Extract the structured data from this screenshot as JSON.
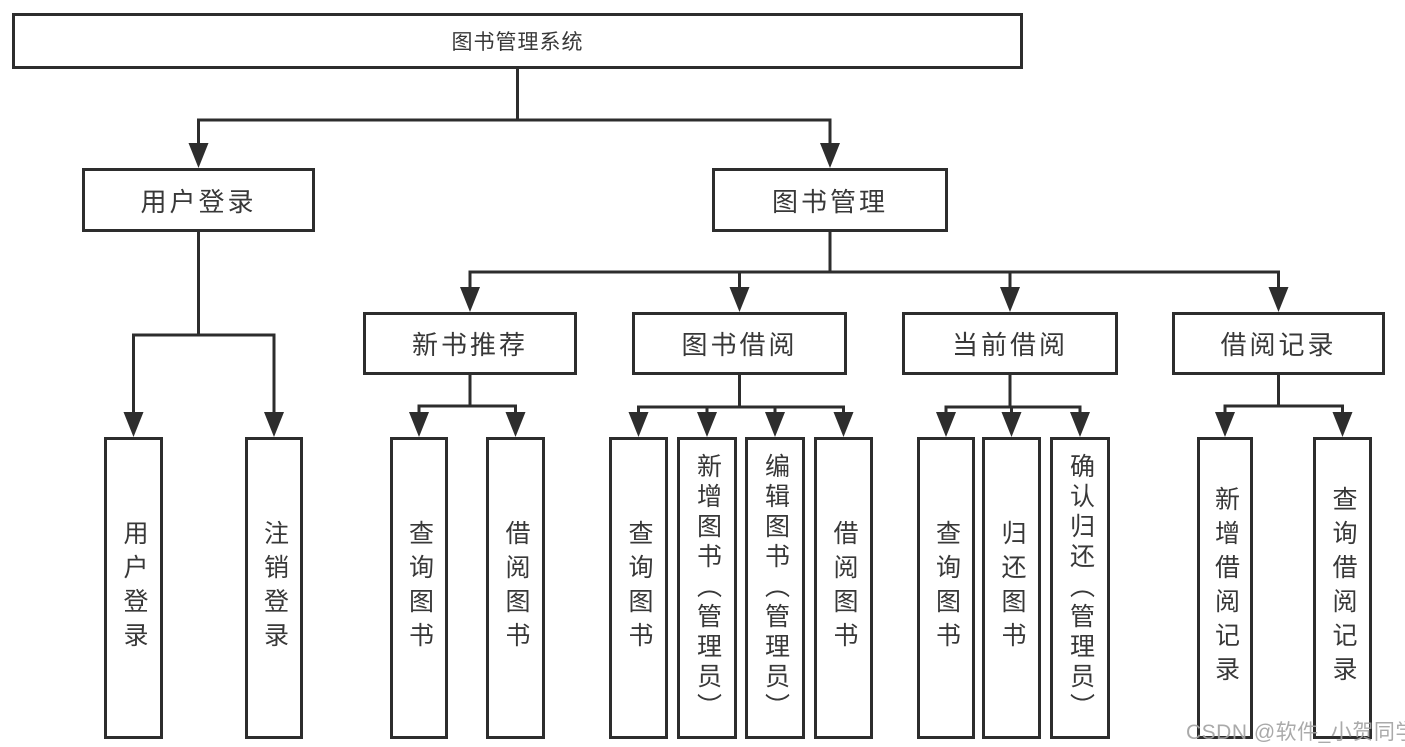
{
  "diagram": {
    "title": "图书管理系统",
    "type": "hierarchy-flowchart",
    "colors": {
      "line": "#2d2d2d",
      "box_border": "#2d2d2d",
      "text": "#383838",
      "background": "#ffffff",
      "watermark": "#a3a3a3"
    }
  },
  "nodes": {
    "root": "图书管理系统",
    "user_login": "用户登录",
    "book_management": "图书管理",
    "new_book_recommend": "新书推荐",
    "book_borrowing": "图书借阅",
    "current_borrowing": "当前借阅",
    "borrowing_records": "借阅记录",
    "leaf_user_login": "用户登录",
    "leaf_logout": "注销登录",
    "leaf_query_books_1": "查询图书",
    "leaf_borrow_books_1": "借阅图书",
    "leaf_query_books_2": "查询图书",
    "leaf_add_books_admin": "新增图书（管理员）",
    "leaf_edit_books_admin": "编辑图书（管理员）",
    "leaf_borrow_books_2": "借阅图书",
    "leaf_query_books_3": "查询图书",
    "leaf_return_books": "归还图书",
    "leaf_confirm_return_admin": "确认归还（管理员）",
    "leaf_add_borrow_record": "新增借阅记录",
    "leaf_query_borrow_record": "查询借阅记录"
  },
  "edges": [
    {
      "from": "root",
      "to": "user_login"
    },
    {
      "from": "root",
      "to": "book_management"
    },
    {
      "from": "user_login",
      "to": "leaf_user_login"
    },
    {
      "from": "user_login",
      "to": "leaf_logout"
    },
    {
      "from": "book_management",
      "to": "new_book_recommend"
    },
    {
      "from": "book_management",
      "to": "book_borrowing"
    },
    {
      "from": "book_management",
      "to": "current_borrowing"
    },
    {
      "from": "book_management",
      "to": "borrowing_records"
    },
    {
      "from": "new_book_recommend",
      "to": "leaf_query_books_1"
    },
    {
      "from": "new_book_recommend",
      "to": "leaf_borrow_books_1"
    },
    {
      "from": "book_borrowing",
      "to": "leaf_query_books_2"
    },
    {
      "from": "book_borrowing",
      "to": "leaf_add_books_admin"
    },
    {
      "from": "book_borrowing",
      "to": "leaf_edit_books_admin"
    },
    {
      "from": "book_borrowing",
      "to": "leaf_borrow_books_2"
    },
    {
      "from": "current_borrowing",
      "to": "leaf_query_books_3"
    },
    {
      "from": "current_borrowing",
      "to": "leaf_return_books"
    },
    {
      "from": "current_borrowing",
      "to": "leaf_confirm_return_admin"
    },
    {
      "from": "borrowing_records",
      "to": "leaf_add_borrow_record"
    },
    {
      "from": "borrowing_records",
      "to": "leaf_query_borrow_record"
    }
  ],
  "watermark": {
    "text": "CSDN @软件_小贺同学"
  }
}
